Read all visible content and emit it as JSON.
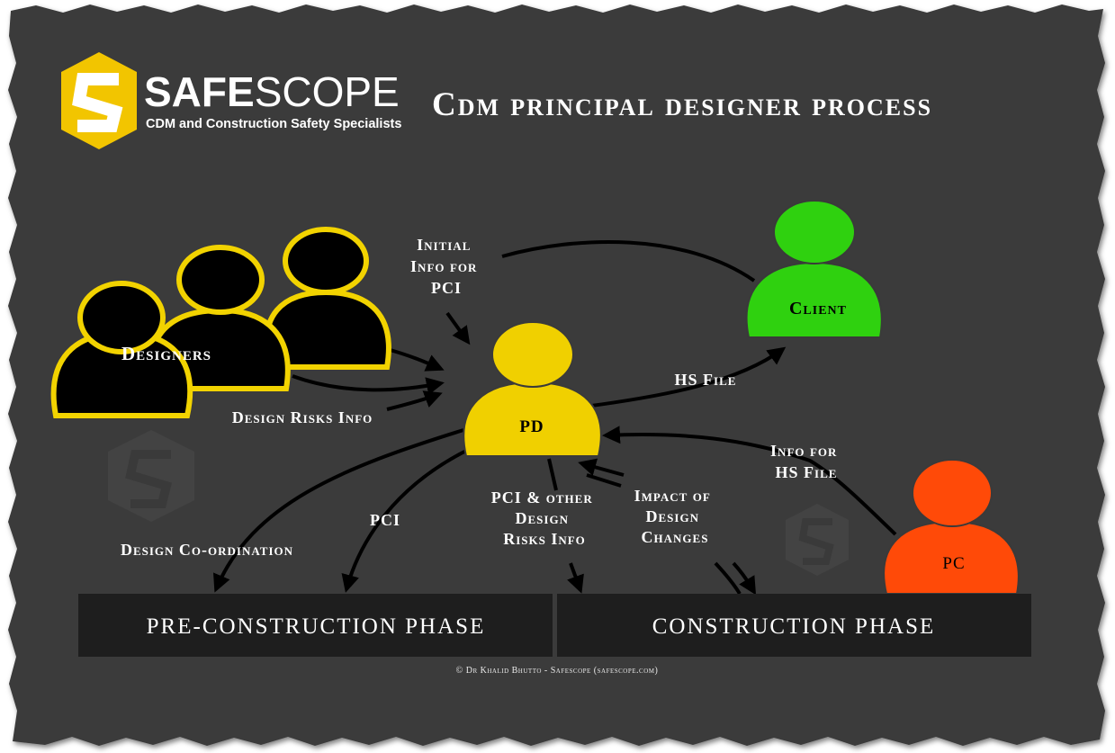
{
  "logo": {
    "brand_part1": "SAFE",
    "brand_part2": "SCOPE",
    "tagline": "CDM and Construction Safety Specialists"
  },
  "title": "Cdm principal designer process",
  "actors": {
    "designers": "Designers",
    "pd": "PD",
    "client": "Client",
    "pc": "PC"
  },
  "flows": {
    "initial_info": [
      "Initial",
      "Info for",
      "PCI"
    ],
    "hs_file": "HS File",
    "design_risks_info": "Design Risks Info",
    "info_for_hs_file": [
      "Info for",
      "HS File"
    ],
    "design_coordination": "Design Co-ordination",
    "pci": "PCI",
    "pci_other": [
      "PCI & other",
      "Design",
      "Risks Info"
    ],
    "impact_changes": [
      "Impact of",
      "Design",
      "Changes"
    ]
  },
  "phases": {
    "pre_construction": "PRE-CONSTRUCTION PHASE",
    "construction": "CONSTRUCTION PHASE"
  },
  "footer": "© Dr Khalid Bhutto - Safescope (safescope.com)",
  "colors": {
    "background": "#3a3a3a",
    "designers": "#000000",
    "designers_outline": "#f2d300",
    "pd": "#f0d000",
    "client": "#2fd10f",
    "pc": "#ff4a08",
    "logo": "#f2c500",
    "phase_bar": "#1e1e1e"
  }
}
